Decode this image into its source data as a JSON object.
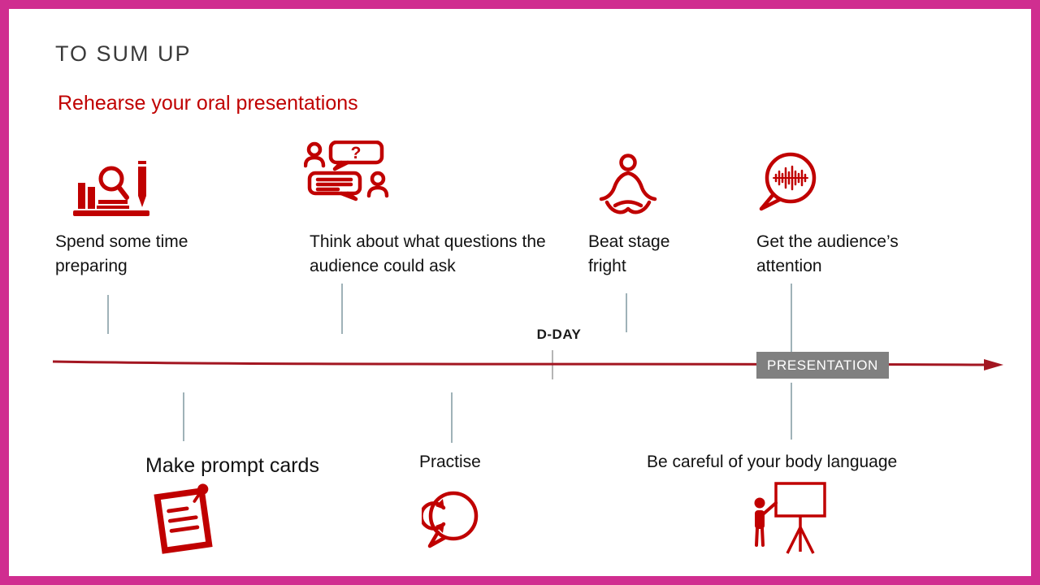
{
  "slide": {
    "title": "TO SUM UP",
    "subtitle": "Rehearse your oral presentations"
  },
  "colors": {
    "accent": "#C00000",
    "border": "#D02E90",
    "timeline": "#A31621",
    "connector": "#9FB2B8",
    "presentation_badge_bg": "#808080",
    "presentation_badge_text": "#FFFFFF"
  },
  "timeline": {
    "dday_label": "D-DAY",
    "presentation_label": "PRESENTATION"
  },
  "top_items": [
    {
      "label": "Spend some time preparing",
      "icon": "study-desk-icon"
    },
    {
      "label": "Think about what questions the audience could ask",
      "icon": "question-chat-icon"
    },
    {
      "label": "Beat stage fright",
      "icon": "meditation-icon"
    },
    {
      "label": "Get the audience’s attention",
      "icon": "speech-wave-icon"
    }
  ],
  "bottom_items": [
    {
      "label": "Make prompt cards",
      "icon": "prompt-card-icon"
    },
    {
      "label": "Practise",
      "icon": "practise-loop-icon"
    },
    {
      "label": "Be careful of your body language",
      "icon": "presenter-board-icon"
    }
  ],
  "icon_glyphs": {
    "question_mark": "?"
  }
}
